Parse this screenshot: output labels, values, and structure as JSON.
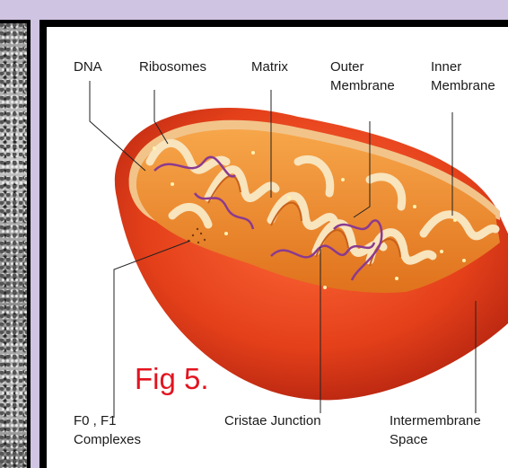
{
  "figure_caption": "Fig 5.",
  "labels": {
    "dna": "DNA",
    "ribosomes": "Ribosomes",
    "matrix": "Matrix",
    "outer_membrane": "Outer\nMembrane",
    "inner_membrane": "Inner\nMembrane",
    "f0_f1": "F0 , F1\nComplexes",
    "cristae_junction": "Cristae Junction",
    "intermembrane_space": "Intermembrane\nSpace"
  },
  "colors": {
    "background": "#cfc4e2",
    "outer_membrane": "#e24a1e",
    "matrix": "#f08a2a",
    "inner_membrane": "#f7e6c4",
    "dna": "#8b3a8f",
    "caption": "#e2141f"
  }
}
